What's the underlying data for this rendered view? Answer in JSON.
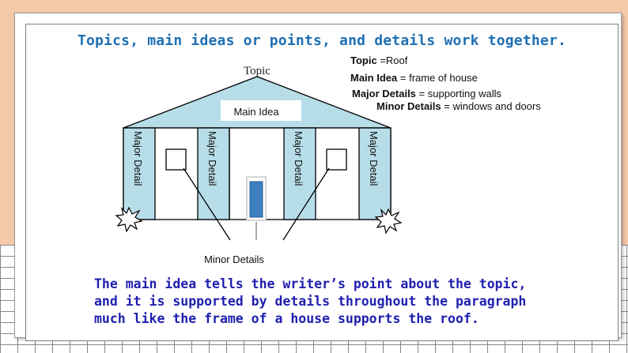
{
  "slide": {
    "title": "Topics, main ideas or points, and details work together.",
    "legend": [
      {
        "key": "Topic",
        "sep": " =",
        "value": "Roof"
      },
      {
        "key": "Main Idea",
        "sep": " = ",
        "value": "frame of house"
      },
      {
        "key": "Major Details",
        "sep": " = ",
        "value": "supporting walls"
      },
      {
        "key": "Minor Details",
        "sep": " = ",
        "value": "windows and doors"
      }
    ],
    "summary_lines": [
      "The main idea tells the writer’s point about the topic,",
      "and it is supported by details throughout the paragraph",
      "much like the frame of a house supports the roof."
    ]
  },
  "diagram": {
    "roof_label": "Topic",
    "main_idea_label": "Main Idea",
    "column_label": "Major Detail",
    "minor_label": "Minor Details"
  },
  "colors": {
    "roof_fill": "#b7dde8",
    "door_fill": "#3d7fc1",
    "title": "#1f6fb4",
    "summary": "#1f1fb0"
  }
}
